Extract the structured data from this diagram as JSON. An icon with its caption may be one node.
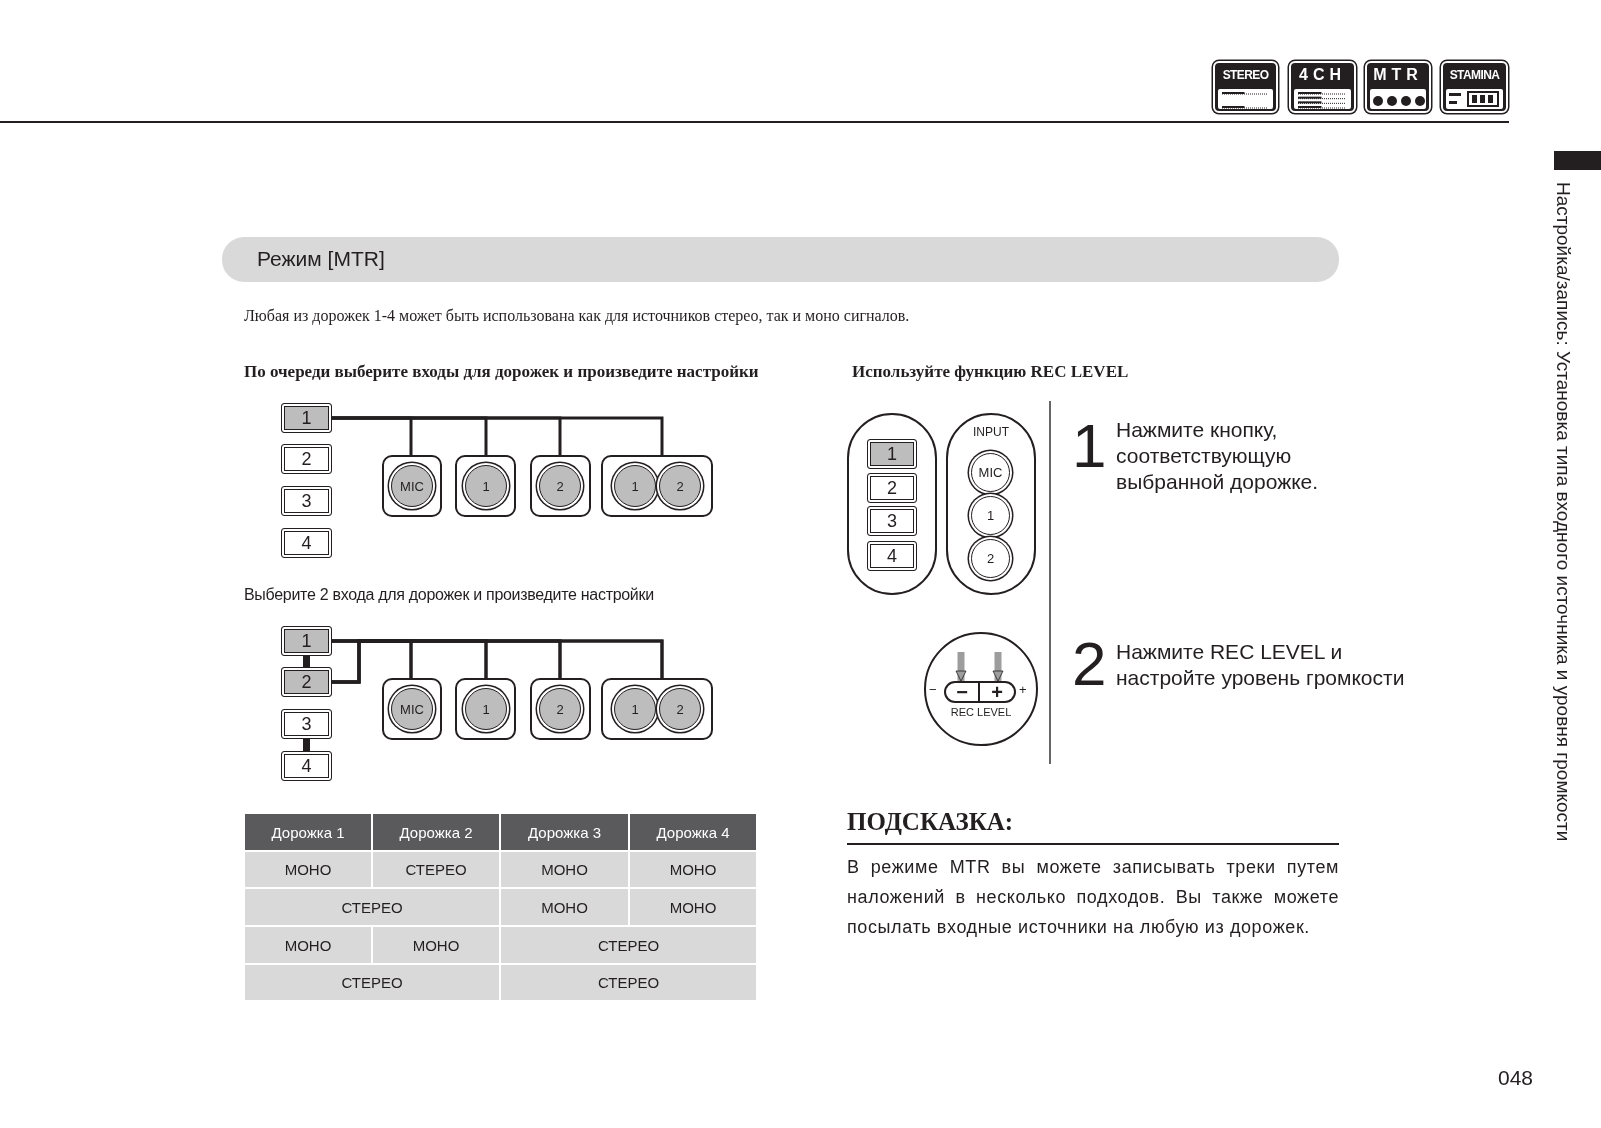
{
  "diagram": {
    "title": "Режим [MTR]",
    "nodes": [
      {
        "text": [
          "STEREO"
        ]
      },
      {
        "text": [
          "4CH"
        ]
      },
      {
        "text": [
          "MTR"
        ]
      },
      {
        "text": [
          "STAMINA"
        ]
      },
      {
        "text": [
          "1"
        ]
      },
      {
        "text": [
          "2"
        ]
      },
      {
        "text": [
          "3"
        ]
      },
      {
        "text": [
          "4"
        ]
      },
      {
        "text": [],
        "shape": "box"
      },
      {
        "text": [
          "MIC"
        ],
        "in": 8
      },
      {
        "text": [],
        "shape": "box"
      },
      {
        "text": [
          "1"
        ],
        "in": 10
      },
      {
        "text": [],
        "shape": "box"
      },
      {
        "text": [
          "2"
        ],
        "in": 12
      },
      {
        "text": [],
        "shape": "box"
      },
      {
        "text": [
          "1"
        ],
        "in": 14
      },
      {
        "text": [
          "2"
        ],
        "in": 14
      },
      {
        "text": [
          "1"
        ]
      },
      {
        "text": [
          "2"
        ]
      },
      {
        "text": [
          "3"
        ]
      },
      {
        "text": [
          "4"
        ]
      },
      {
        "text": [],
        "shape": "box"
      },
      {
        "text": [
          "MIC"
        ],
        "in": 21
      },
      {
        "text": [],
        "shape": "box"
      },
      {
        "text": [
          "1"
        ],
        "in": 23
      },
      {
        "text": [],
        "shape": "box"
      },
      {
        "text": [
          "2"
        ],
        "in": 25
      },
      {
        "text": [],
        "shape": "box"
      },
      {
        "text": [
          "1"
        ],
        "in": 27
      },
      {
        "text": [
          "2"
        ],
        "in": 27
      },
      {
        "text": [],
        "shape": "box"
      },
      {
        "text": [
          "1"
        ],
        "in": 30
      },
      {
        "text": [
          "2"
        ],
        "in": 30
      },
      {
        "text": [
          "3"
        ],
        "in": 30
      },
      {
        "text": [
          "4"
        ],
        "in": 30
      },
      {
        "text": [
          "INPUT"
        ]
      },
      {
        "text": [
          "MIC"
        ],
        "in": 35
      },
      {
        "text": [
          "1"
        ],
        "in": 35
      },
      {
        "text": [
          "2"
        ],
        "in": 35
      },
      {
        "text": [
          "REC LEVEL"
        ]
      },
      {
        "text": [
          "−"
        ],
        "in": 39,
        "beside": [
          "−"
        ]
      },
      {
        "text": [
          "+"
        ],
        "in": 39,
        "beside": [
          "+"
        ]
      }
    ],
    "edges": [
      {
        "from": 4,
        "to": 8,
        "arrow": "none"
      },
      {
        "from": 4,
        "to": 10,
        "arrow": "none"
      },
      {
        "from": 4,
        "to": 12,
        "arrow": "none"
      },
      {
        "from": 4,
        "to": 14,
        "arrow": "none"
      },
      {
        "from": 17,
        "to": 18,
        "arrow": "none",
        "style": "thick"
      },
      {
        "from": 19,
        "to": 20,
        "arrow": "none",
        "style": "thick"
      },
      {
        "from": 17,
        "to": 21,
        "arrow": "none"
      },
      {
        "from": 17,
        "to": 23,
        "arrow": "none"
      },
      {
        "from": 17,
        "to": 25,
        "arrow": "none"
      },
      {
        "from": 17,
        "to": 27,
        "arrow": "none"
      },
      {
        "from": 18,
        "to": 21,
        "arrow": "none"
      },
      {
        "from": 18,
        "to": 23,
        "arrow": "none"
      },
      {
        "from": 18,
        "to": 25,
        "arrow": "none"
      },
      {
        "from": 18,
        "to": 27,
        "arrow": "none"
      },
      {
        "from": null,
        "to": 40,
        "arrow": "to",
        "style": "thick",
        "color": "#9d9d9d"
      },
      {
        "from": null,
        "to": 41,
        "arrow": "to",
        "style": "thick",
        "color": "#9d9d9d"
      }
    ],
    "labels": [
      "Любая из дорожек 1-4 может быть использована как для источников стерео, так и моно сигналов.",
      "По очереди выберите входы для дорожек и произведите настройки",
      "Используйте функцию REC LEVEL",
      "1",
      "Нажмите кнопку, соответствующую выбранной дорожке.",
      "Выберите 2 входа для дорожек и произведите настройки",
      "2",
      "Нажмите REC LEVEL и настройте уровень громкости",
      "Дорожка 1",
      "Дорожка 2",
      "Дорожка 3",
      "Дорожка 4",
      "МОНО",
      "СТЕРЕО",
      "МОНО",
      "МОНО",
      "СТЕРЕО",
      "МОНО",
      "МОНО",
      "МОНО",
      "МОНО",
      "СТЕРЕО",
      "СТЕРЕО",
      "СТЕРЕО",
      "ПОДСКАЗКА:",
      "В режиме MTR вы можете записывать треки путем наложений в несколько подходов. Вы также можете посылать входные источники на любую из дорожек.",
      "Настройка/запись: Установка типа входного источника и уровня громкости",
      "048"
    ]
  }
}
